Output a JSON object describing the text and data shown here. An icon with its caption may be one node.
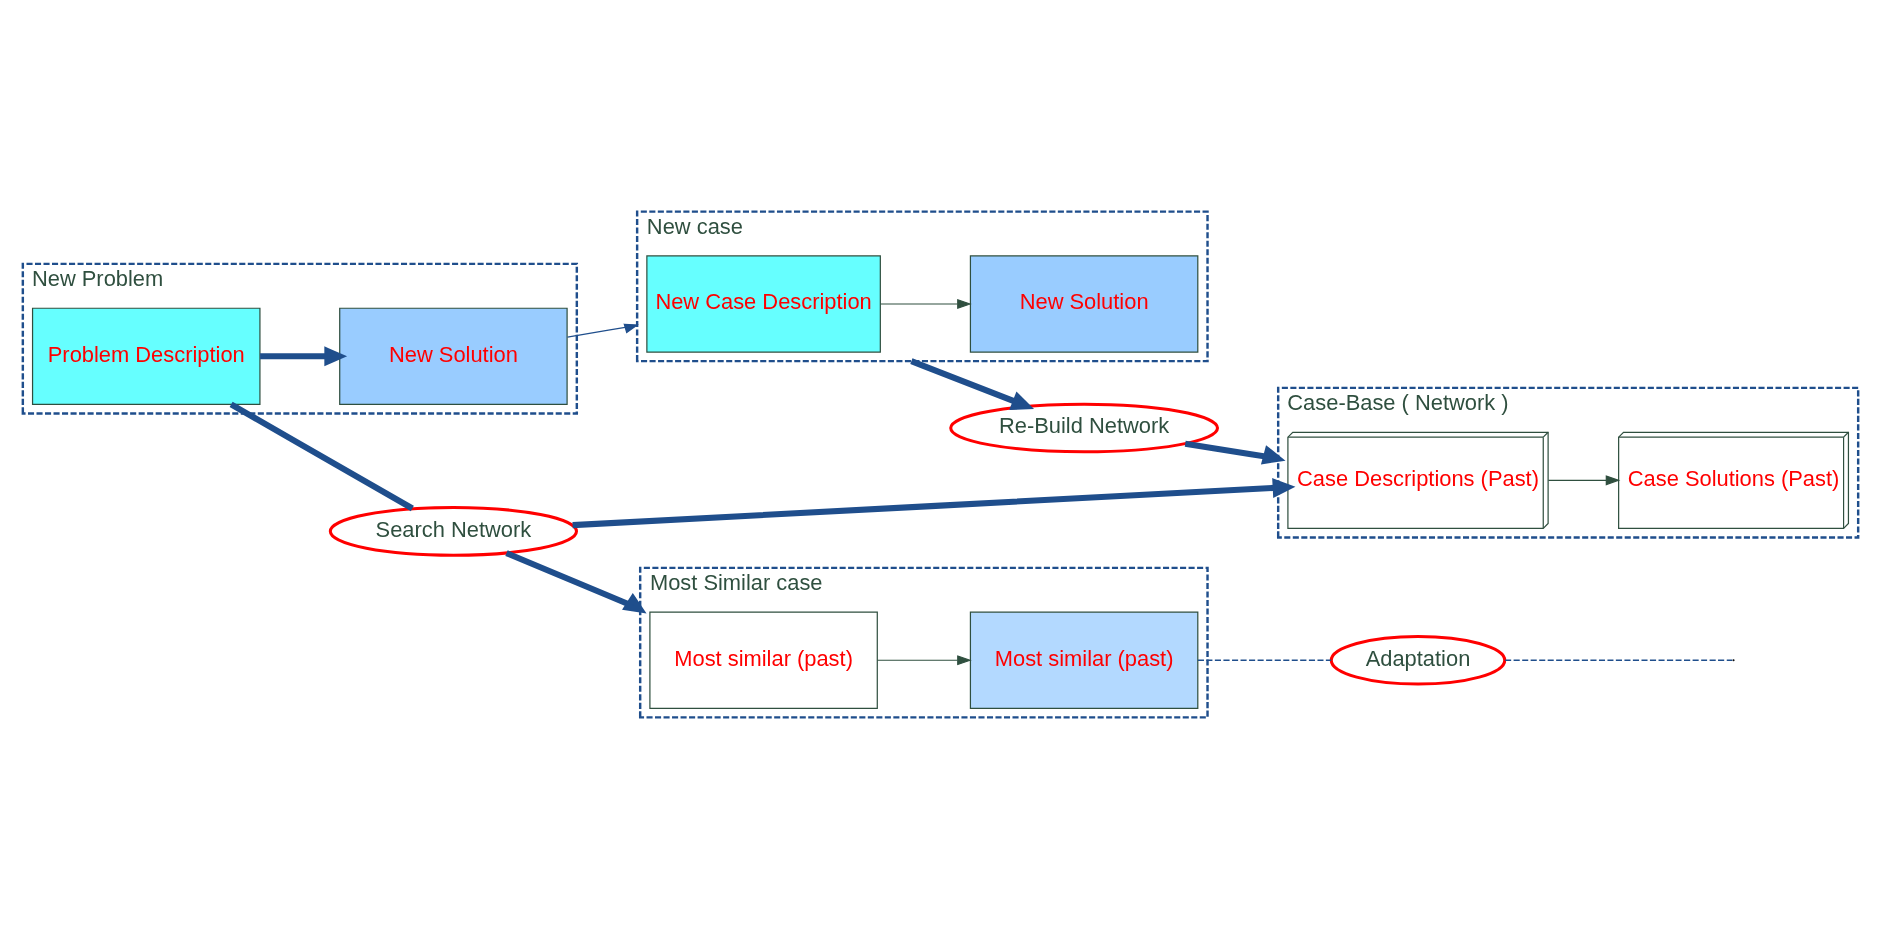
{
  "diagram": {
    "nodes": [
      {
        "text": [
          "New Problem"
        ]
      },
      {
        "text": [
          "Problem Description"
        ],
        "in": 0
      },
      {
        "text": [
          "New Solution"
        ],
        "in": 0
      },
      {
        "text": [
          "Search Network"
        ]
      },
      {
        "text": [
          "Case-Base ( Network )"
        ]
      },
      {
        "text": [
          "Case Descriptions (Past)"
        ],
        "in": 4
      },
      {
        "text": [
          "Case Solutions (Past)"
        ],
        "in": 4
      },
      {
        "text": [
          "Most Similar case"
        ]
      },
      {
        "text": [
          "Most similar (past)"
        ],
        "in": 7
      },
      {
        "text": [
          "Most similar (past)"
        ],
        "in": 7
      },
      {
        "text": [
          "Adaptation"
        ]
      },
      {
        "text": [
          "New case"
        ]
      },
      {
        "text": [
          "New Case Description"
        ],
        "in": 11
      },
      {
        "text": [
          "New Solution"
        ],
        "in": 11
      },
      {
        "text": [
          "Re-Build Network"
        ]
      }
    ],
    "edges": [
      {
        "from": 1,
        "to": 3,
        "arrow": "none",
        "style": "thick"
      },
      {
        "from": 3,
        "to": 5,
        "arrow": "to",
        "style": "thick"
      },
      {
        "from": 3,
        "to": 7,
        "arrow": "to",
        "style": "thick"
      },
      {
        "from": 5,
        "to": 6,
        "arrow": "to",
        "color": "#2f4f3f"
      },
      {
        "from": 8,
        "to": 9,
        "arrow": "to",
        "color": "#2f4f3f"
      },
      {
        "from": 1,
        "to": 2,
        "arrow": "to",
        "style": "thick"
      },
      {
        "from": 9,
        "to": 10,
        "arrow": "none",
        "style": "dashed"
      },
      {
        "from": 10,
        "to": null,
        "arrow": "none",
        "style": "dashed"
      },
      {
        "from": 2,
        "to": 11,
        "arrow": "to"
      },
      {
        "from": 12,
        "to": 13,
        "arrow": "to",
        "color": "#2f4f3f"
      },
      {
        "from": 11,
        "to": 14,
        "arrow": "to",
        "style": "thick"
      },
      {
        "from": 14,
        "to": 4,
        "arrow": "to",
        "style": "thick"
      }
    ]
  }
}
